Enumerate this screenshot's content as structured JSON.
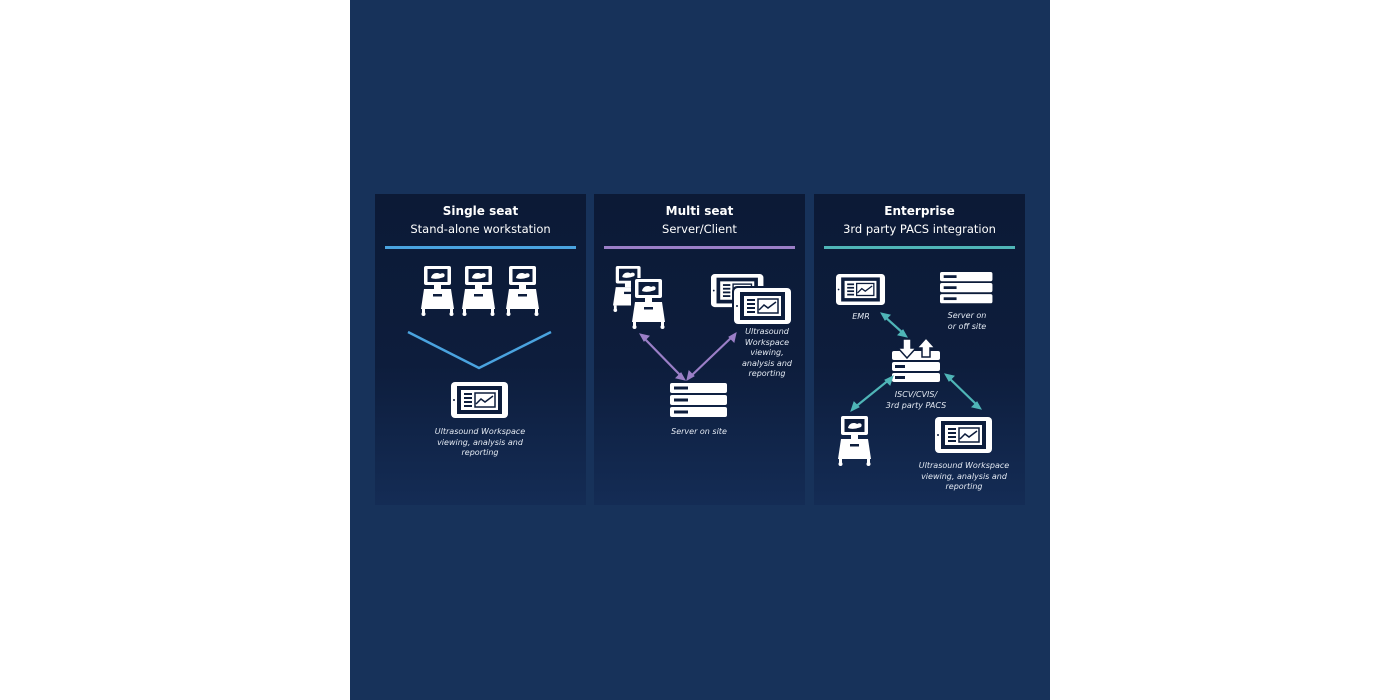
{
  "colors": {
    "background": "#17325a",
    "panel": "#0d1b38",
    "single_seat_accent": "#4aa3df",
    "multi_seat_accent": "#9b7fc7",
    "enterprise_accent": "#4fb5b7",
    "icon": "#ffffff"
  },
  "panels": [
    {
      "title": "Single seat",
      "subtitle": "Stand-alone workstation",
      "captions": {
        "workspace": [
          "Ultrasound Workspace",
          "viewing, analysis and",
          "reporting"
        ]
      },
      "icons": [
        "ultrasound-cart-icon",
        "ultrasound-cart-icon",
        "ultrasound-cart-icon",
        "tablet-monitor-icon"
      ]
    },
    {
      "title": "Multi seat",
      "subtitle": "Server/Client",
      "captions": {
        "workspace": [
          "Ultrasound",
          "Workspace",
          "viewing,",
          "analysis and",
          "reporting"
        ],
        "server": [
          "Server on site"
        ]
      },
      "icons": [
        "ultrasound-cart-icon",
        "tablet-monitor-icon",
        "server-icon"
      ]
    },
    {
      "title": "Enterprise",
      "subtitle": "3rd party PACS integration",
      "captions": {
        "emr": [
          "EMR"
        ],
        "server": [
          "Server on",
          "or off site"
        ],
        "pacs": [
          "ISCV/CVIS/",
          "3rd party PACS"
        ],
        "workspace": [
          "Ultrasound Workspace",
          "viewing, analysis and",
          "reporting"
        ]
      },
      "icons": [
        "tablet-monitor-icon",
        "server-icon",
        "pacs-server-icon",
        "ultrasound-cart-icon",
        "tablet-monitor-icon"
      ]
    }
  ]
}
